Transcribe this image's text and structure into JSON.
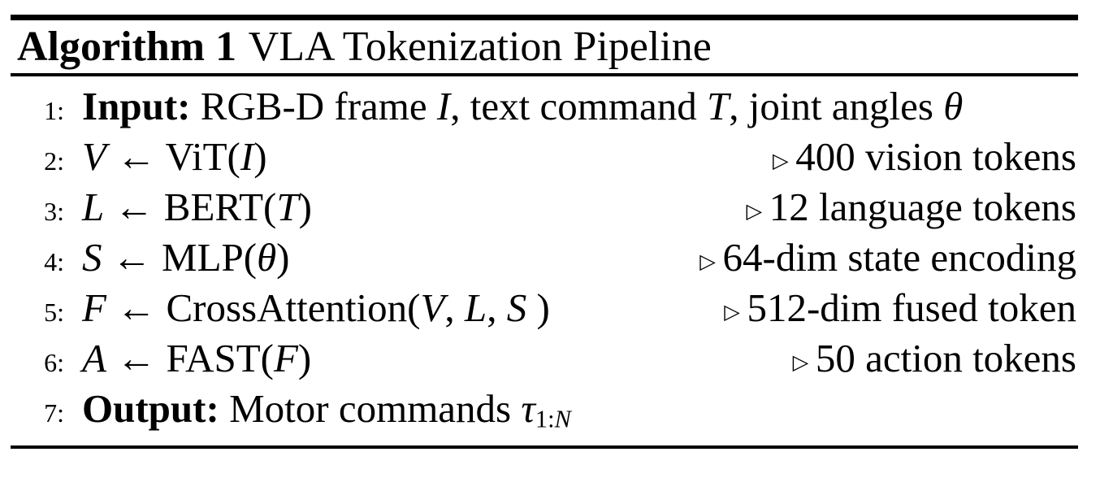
{
  "page": {
    "background_color": "#ffffff",
    "text_color": "#000000"
  },
  "algorithm": {
    "header": {
      "label": "Algorithm 1",
      "title": "VLA Tokenization Pipeline"
    },
    "comment_marker": "▷",
    "lines": [
      {
        "number": "1:",
        "statement": [
          {
            "t": "Input:",
            "s": "bold"
          },
          {
            "t": " RGB-D frame ",
            "s": "roman"
          },
          {
            "t": "I",
            "s": "italic"
          },
          {
            "t": ", text command ",
            "s": "roman"
          },
          {
            "t": "T",
            "s": "italic"
          },
          {
            "t": ", joint angles ",
            "s": "roman"
          },
          {
            "t": "θ",
            "s": "italic"
          }
        ],
        "comment": null
      },
      {
        "number": "2:",
        "statement": [
          {
            "t": "V",
            "s": "italic"
          },
          {
            "t": " ← ViT(",
            "s": "roman"
          },
          {
            "t": "I",
            "s": "italic"
          },
          {
            "t": ")",
            "s": "roman"
          }
        ],
        "comment": "400 vision tokens"
      },
      {
        "number": "3:",
        "statement": [
          {
            "t": "L",
            "s": "italic"
          },
          {
            "t": " ← BERT(",
            "s": "roman"
          },
          {
            "t": "T",
            "s": "italic"
          },
          {
            "t": ")",
            "s": "roman"
          }
        ],
        "comment": "12 language tokens"
      },
      {
        "number": "4:",
        "statement": [
          {
            "t": "S",
            "s": "italic"
          },
          {
            "t": " ← MLP(",
            "s": "roman"
          },
          {
            "t": "θ",
            "s": "italic"
          },
          {
            "t": ")",
            "s": "roman"
          }
        ],
        "comment": "64-dim state encoding"
      },
      {
        "number": "5:",
        "statement": [
          {
            "t": "F",
            "s": "italic"
          },
          {
            "t": " ← CrossAttention(",
            "s": "roman"
          },
          {
            "t": "V",
            "s": "italic"
          },
          {
            "t": ", ",
            "s": "roman"
          },
          {
            "t": "L",
            "s": "italic"
          },
          {
            "t": ", ",
            "s": "roman"
          },
          {
            "t": "S",
            "s": "italic"
          },
          {
            "t": " )",
            "s": "roman"
          }
        ],
        "comment": "512-dim fused token"
      },
      {
        "number": "6:",
        "statement": [
          {
            "t": "A",
            "s": "italic"
          },
          {
            "t": " ← FAST(",
            "s": "roman"
          },
          {
            "t": "F",
            "s": "italic"
          },
          {
            "t": ")",
            "s": "roman"
          }
        ],
        "comment": "50 action tokens"
      },
      {
        "number": "7:",
        "statement": [
          {
            "t": "Output:",
            "s": "bold"
          },
          {
            "t": " Motor commands ",
            "s": "roman"
          },
          {
            "t": "τ",
            "s": "italic"
          },
          {
            "t": "1:",
            "s": "sub"
          },
          {
            "t": "N",
            "s": "subitalic"
          }
        ],
        "comment": null
      }
    ]
  }
}
